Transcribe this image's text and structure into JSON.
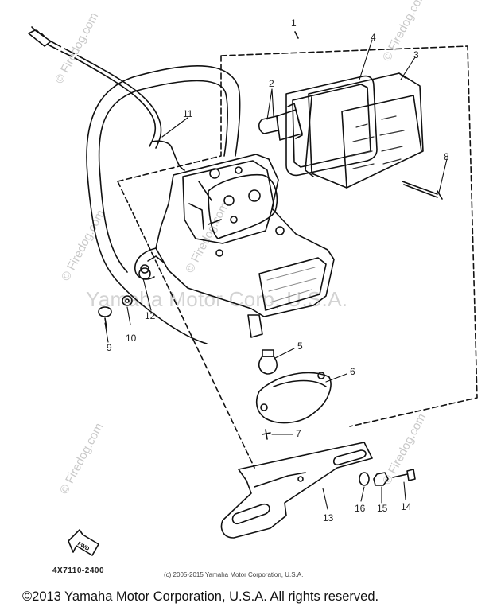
{
  "watermarks": {
    "small": "© Firedog.com",
    "big": "Yamaha Motor Corp, U.S.A."
  },
  "callouts": {
    "c1": "1",
    "c2": "2",
    "c3": "3",
    "c4": "4",
    "c5": "5",
    "c6": "6",
    "c7": "7",
    "c8": "8",
    "c9": "9",
    "c10": "10",
    "c11": "11",
    "c12": "12",
    "c13": "13",
    "c14": "14",
    "c15": "15",
    "c16": "16"
  },
  "front_arrow_label": "FWD",
  "drawing_code": "4X7110-2400",
  "small_copyright": "(c) 2005-2015 Yamaha Motor Corporation, U.S.A.",
  "footer": "©2013 Yamaha Motor Corporation, U.S.A. All rights reserved."
}
